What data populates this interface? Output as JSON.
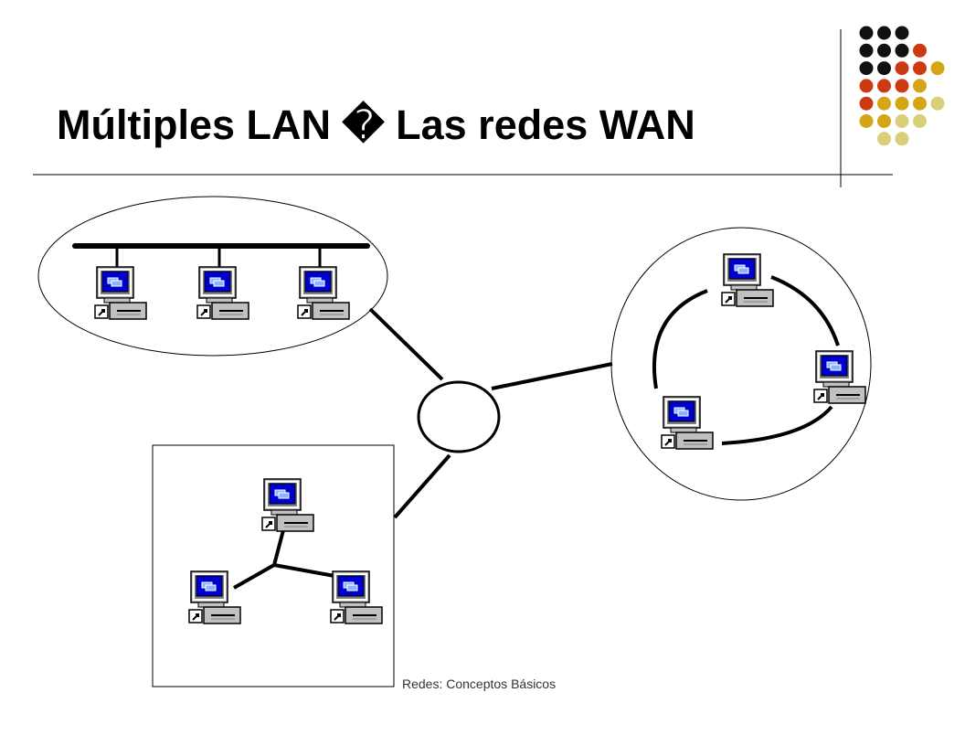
{
  "slide": {
    "title": "Múltiples LAN � Las redes WAN",
    "footer": "Redes: Conceptos Básicos"
  },
  "colors": {
    "dot_black": "#111111",
    "dot_red": "#cc3a11",
    "dot_gold": "#d4a514",
    "dot_pale": "#d8cf78",
    "screen_blue": "#0000cc",
    "monitor_gray": "#c0c0c0",
    "line": "#000000"
  },
  "decoration": {
    "dot_rows": [
      [
        "black",
        "black",
        "black"
      ],
      [
        "black",
        "black",
        "black",
        "red"
      ],
      [
        "black",
        "black",
        "red",
        "red",
        "gold"
      ],
      [
        "red",
        "red",
        "red",
        "gold"
      ],
      [
        "red",
        "gold",
        "gold",
        "gold",
        "pale"
      ],
      [
        "gold",
        "gold",
        "pale",
        "pale"
      ],
      [
        "pale",
        "pale"
      ]
    ]
  },
  "diagram": {
    "networks": [
      {
        "id": "bus",
        "topology": "bus",
        "computers": 3
      },
      {
        "id": "ring",
        "topology": "ring",
        "computers": 3
      },
      {
        "id": "star",
        "topology": "star",
        "computers": 3
      }
    ],
    "wan_links": [
      "bus",
      "ring",
      "star"
    ],
    "icons": [
      "computer-icon"
    ]
  }
}
